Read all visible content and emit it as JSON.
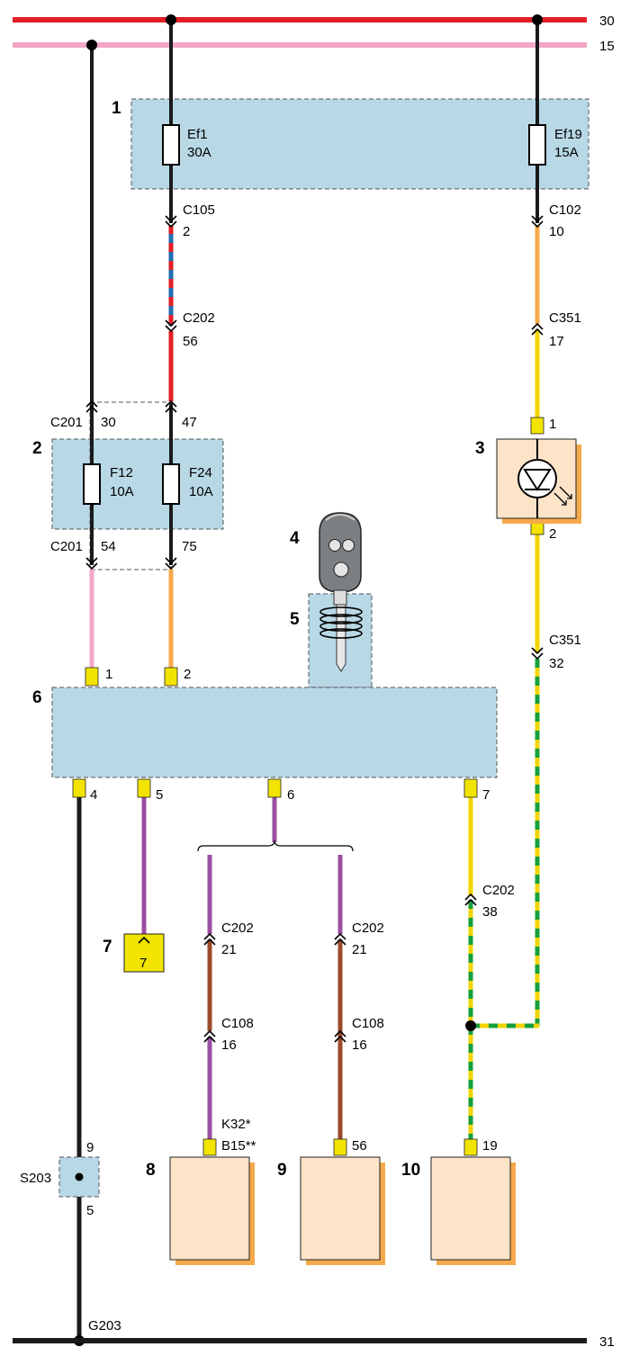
{
  "rails": {
    "r30": "30",
    "r15": "15",
    "r31": "31"
  },
  "components": {
    "n1": "1",
    "n2": "2",
    "n3": "3",
    "n4": "4",
    "n5": "5",
    "n6": "6",
    "n7": "7",
    "n8": "8",
    "n9": "9",
    "n10": "10"
  },
  "fuses": {
    "ef1_name": "Ef1",
    "ef1_rating": "30A",
    "ef19_name": "Ef19",
    "ef19_rating": "15A",
    "f12_name": "F12",
    "f12_rating": "10A",
    "f24_name": "F24",
    "f24_rating": "10A"
  },
  "connectors": {
    "c105": "C105",
    "c105_pin": "2",
    "c202_a": "C202",
    "c202_a_pin": "56",
    "c102": "C102",
    "c102_pin": "10",
    "c351_a": "C351",
    "c351_a_pin": "17",
    "c201_top": "C201",
    "c201_top_pin1": "30",
    "c201_top_pin2": "47",
    "c201_bot": "C201",
    "c201_bot_pin1": "54",
    "c201_bot_pin2": "75",
    "led_pin1": "1",
    "led_pin2": "2",
    "c351_b": "C351",
    "c351_b_pin": "32",
    "m6_pin1": "1",
    "m6_pin2": "2",
    "m6_pin4": "4",
    "m6_pin5": "5",
    "m6_pin6": "6",
    "m6_pin7": "7",
    "c202_b": "C202",
    "c202_b_pin": "38",
    "c202_c": "C202",
    "c202_c_pin": "21",
    "c202_d": "C202",
    "c202_d_pin": "21",
    "c108_a": "C108",
    "c108_a_pin": "16",
    "c108_b": "C108",
    "c108_b_pin": "16",
    "k32": "K32*",
    "b15": "B15**",
    "pin56": "56",
    "pin19": "19",
    "ground7": "7",
    "s203": "S203",
    "s203_pin_top": "9",
    "s203_pin_bot": "5",
    "g203": "G203"
  },
  "colors": {
    "red": "#e31e24",
    "pink": "#f2a6c8",
    "black": "#1a1a1a",
    "orange": "#f5a94a",
    "yellow": "#f2d400",
    "green": "#14a03c",
    "blue": "#1f6fb2",
    "purple": "#9b4fa0",
    "brown": "#9b4a2a",
    "box_blue": "#b8d8e6",
    "comp_peach": "#fde3c8"
  },
  "icons": [
    "fuse-icon",
    "led-icon",
    "key-fob-icon",
    "ignition-coil-icon",
    "ground-terminal-icon"
  ]
}
